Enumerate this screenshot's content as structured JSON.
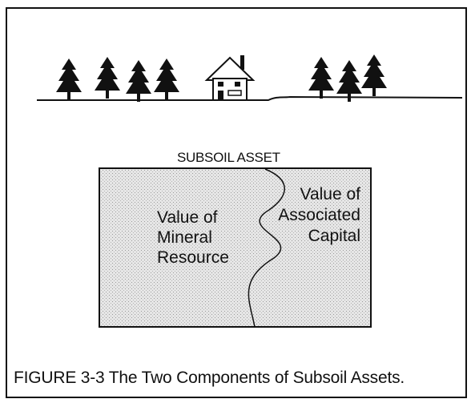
{
  "asset_title": "SUBSOIL ASSET",
  "left_region": {
    "line1": "Value of",
    "line2": "Mineral",
    "line3": "Resource"
  },
  "right_region": {
    "line1": "Value of",
    "line2": "Associated",
    "line3": "Capital"
  },
  "caption": "FIGURE 3-3 The Two Components of Subsoil Assets.",
  "colors": {
    "ink": "#111111",
    "stipple": "#dcdcdc",
    "background": "#ffffff"
  },
  "icons": [
    "tree-icon",
    "house-icon"
  ]
}
